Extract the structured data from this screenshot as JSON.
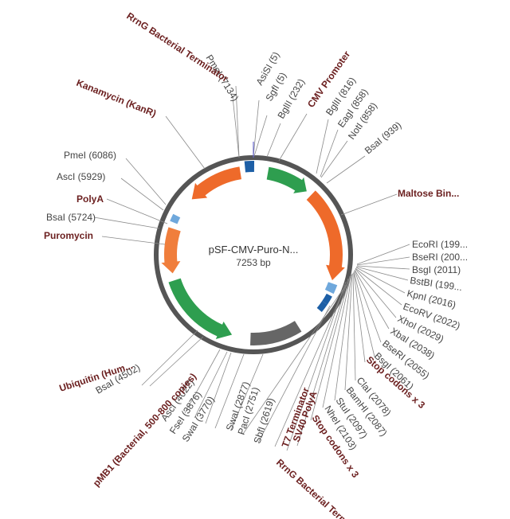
{
  "plasmid": {
    "name": "pSF-CMV-Puro-N...",
    "size": "7253 bp"
  },
  "colors": {
    "green": "#2e9e4f",
    "orange": "#ee6a2a",
    "light_orange": "#f07e3c",
    "blue": "#1d5fa6",
    "light_blue": "#6fa8dc",
    "gray": "#666666",
    "backbone": "#555555",
    "feature_text": "#6b1f1f",
    "site_text": "#444444"
  },
  "sites": [
    {
      "id": "pmei-7134",
      "label": "PmeI (7134)"
    },
    {
      "id": "asisi-5",
      "label": "AsiSI (5)"
    },
    {
      "id": "sgfi-5",
      "label": "SgfI (5)"
    },
    {
      "id": "bglii-232",
      "label": "BglII (232)"
    },
    {
      "id": "bglii-816",
      "label": "BglII (816)"
    },
    {
      "id": "eagi-858",
      "label": "EagI (858)"
    },
    {
      "id": "noti-858",
      "label": "NotI (858)"
    },
    {
      "id": "bsai-939",
      "label": "BsaI (939)"
    },
    {
      "id": "ecori-199x",
      "label": "EcoRI (199..."
    },
    {
      "id": "bseri-200x",
      "label": "BseRI (200..."
    },
    {
      "id": "bsgi-2011",
      "label": "BsgI (2011)"
    },
    {
      "id": "bstbi-199x",
      "label": "BstBI (199..."
    },
    {
      "id": "kpni-2016",
      "label": "KpnI (2016)"
    },
    {
      "id": "ecorv-2022",
      "label": "EcoRV (2022)"
    },
    {
      "id": "xhoi-2029",
      "label": "XhoI (2029)"
    },
    {
      "id": "xbai-2038",
      "label": "XbaI (2038)"
    },
    {
      "id": "bseri-2055",
      "label": "BseRI (2055)"
    },
    {
      "id": "bsgi-2061",
      "label": "BsgI (2061)"
    },
    {
      "id": "clai-2078",
      "label": "ClaI (2078)"
    },
    {
      "id": "bamhi-2087",
      "label": "BamHI (2087)"
    },
    {
      "id": "stui-2097",
      "label": "StuI (2097)"
    },
    {
      "id": "nhei-2103",
      "label": "NheI (2103)"
    },
    {
      "id": "sbfi-2619",
      "label": "SbfI (2619)"
    },
    {
      "id": "paci-2751",
      "label": "PacI (2751)"
    },
    {
      "id": "swai-2877",
      "label": "SwaI (2877)"
    },
    {
      "id": "swai-3770",
      "label": "SwaI (3770)"
    },
    {
      "id": "fsei-3876",
      "label": "FseI (3876)"
    },
    {
      "id": "asci-4022",
      "label": "AscI (4022)"
    },
    {
      "id": "bsai-4502",
      "label": "BsaI (4502)"
    },
    {
      "id": "bsai-5724",
      "label": "BsaI (5724)"
    },
    {
      "id": "asci-5929",
      "label": "AscI (5929)"
    },
    {
      "id": "pmei-6086",
      "label": "PmeI (6086)"
    }
  ],
  "features": [
    {
      "id": "rrng-top",
      "label": "RrnG Bacterial Terminator"
    },
    {
      "id": "cmv-promoter",
      "label": "CMV Promoter"
    },
    {
      "id": "kanr",
      "label": "Kanamycin (KanR)"
    },
    {
      "id": "maltose",
      "label": "Maltose Bin..."
    },
    {
      "id": "polya",
      "label": "PolyA"
    },
    {
      "id": "puromycin",
      "label": "Puromycin"
    },
    {
      "id": "stop-1",
      "label": "Stop codons x 3"
    },
    {
      "id": "stop-2",
      "label": "Stop codons x 3"
    },
    {
      "id": "sv40",
      "label": "SV40 PolyA"
    },
    {
      "id": "t7",
      "label": "T7 Terminator"
    },
    {
      "id": "rrng-bottom",
      "label": "RrnG Bacterial Terminator"
    },
    {
      "id": "ubiquitin",
      "label": "Ubiquitin (Hum..."
    },
    {
      "id": "pmb1",
      "label": "pMB1 (Bacterial, 500-800 copies)"
    }
  ]
}
